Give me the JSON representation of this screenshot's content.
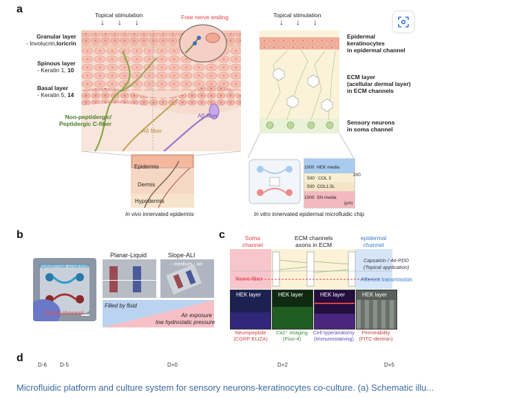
{
  "figure": {
    "panel_letters": {
      "a": "a",
      "b": "b",
      "c": "c",
      "d": "d"
    },
    "panel_a": {
      "topical_left": "Topical stimulation",
      "topical_right": "Topical stimulation",
      "free_nerve_ending": "Free nerve ending",
      "granular_title": "Granular layer",
      "granular_sub_prefix": "- Involucrin,",
      "granular_sub_bold": "loricrin",
      "spinous_title": "Spinous layer",
      "spinous_sub_prefix": "- Keratin 1, ",
      "spinous_sub_bold": "10",
      "basal_title": "Basal layer",
      "basal_sub_prefix": "- Keratin 5, ",
      "basal_sub_bold": "14",
      "c_fiber_line1": "Non-peptidergic/",
      "c_fiber_line2": "Peptidergic C-fiber",
      "a_delta": "Aδ fiber",
      "a_beta": "Aβ fiber",
      "right_epi_1": "Epidermal",
      "right_epi_2": "keratinocytes",
      "right_epi_3": "in epidermal channel",
      "right_ecm_1": "ECM layer",
      "right_ecm_2": "(acellular dermal layer)",
      "right_ecm_3": "in ECM channels",
      "right_sn_1": "Sensory neurons",
      "right_sn_2": "in soma channel",
      "skin_epidermis": "Epidermis",
      "skin_dermis": "Dermis",
      "skin_hypodermis": "Hypodermis",
      "in_vivo_caption_italic": "In vivo",
      "in_vivo_caption_rest": " innervated epidermis",
      "in_vitro_caption_italic": "In vitro",
      "in_vitro_caption_rest": " innervated epidermal microfluidic chip",
      "chip_rows": [
        {
          "num": "1000",
          "label": "HEK media"
        },
        {
          "num": "500",
          "label": "COL 3"
        },
        {
          "num": "500",
          "label": "COL1.5L"
        },
        {
          "num": "1000",
          "label": "SN media"
        }
      ],
      "chip_side_num": "200",
      "chip_unit": "(μm)"
    },
    "panel_b": {
      "epidermal_channel": "Epidermal channel",
      "soma_channel": "Soma channel",
      "planar_liquid": "Planar-Liquid",
      "slope_ali": "Slope-ALI",
      "medium_air": "- medium - air",
      "filled_by_fluid": "Filled by fluid",
      "air_exposure_1": "Air exposure",
      "air_exposure_2": "low hydrostatic pressure"
    },
    "panel_c": {
      "soma_1": "Soma",
      "soma_2": "channel",
      "ecm_1": "ECM channels",
      "ecm_2": "axons in ECM",
      "epi_1": "epidermal",
      "epi_2": "channel",
      "capsaicin_1": "Capsaicin / 4α-PDD",
      "capsaicin_2": "(Topical application)",
      "nerve_fiber": "Nerve fiber",
      "afferent": "Afferent transmission",
      "tiles": [
        {
          "label": "HEK layer",
          "cap1": "Neuropeptide",
          "cap2": "(CGRP ELIZA)",
          "cap_color": "#d04040"
        },
        {
          "label": "HEK layer",
          "cap1": "Ca2⁺ imaging",
          "cap2": "(Fluo-4)",
          "cap_color": "#3a8a30"
        },
        {
          "label": "HEK layer",
          "cap1": "Cell type/anatomy",
          "cap2": "(Immunostaining)",
          "cap_color": "#5a4ab0"
        },
        {
          "label": "HEK layer",
          "cap1": "Permeability",
          "cap2": "(FITC-dextran)",
          "cap_color": "#c04040"
        }
      ]
    },
    "panel_d": {
      "timeline": [
        "D-6",
        "D-5",
        "D+0",
        "D+2",
        "D+5"
      ]
    },
    "colors": {
      "skin_pink": "#f3cfc0",
      "cell_pink": "#f7b9ad",
      "chip_blue": "#a9cbef",
      "chip_pink": "#f4b9c0",
      "ecm_yellow": "#f8f0c8",
      "red_accent": "#e0404a",
      "caption_blue": "#3a6aa0"
    }
  },
  "caption": "Microfluidic platform and culture system for sensory neurons-keratinocytes co-culture. (a) Schematic illu...",
  "visual_search": {
    "icon": "scan-icon"
  }
}
